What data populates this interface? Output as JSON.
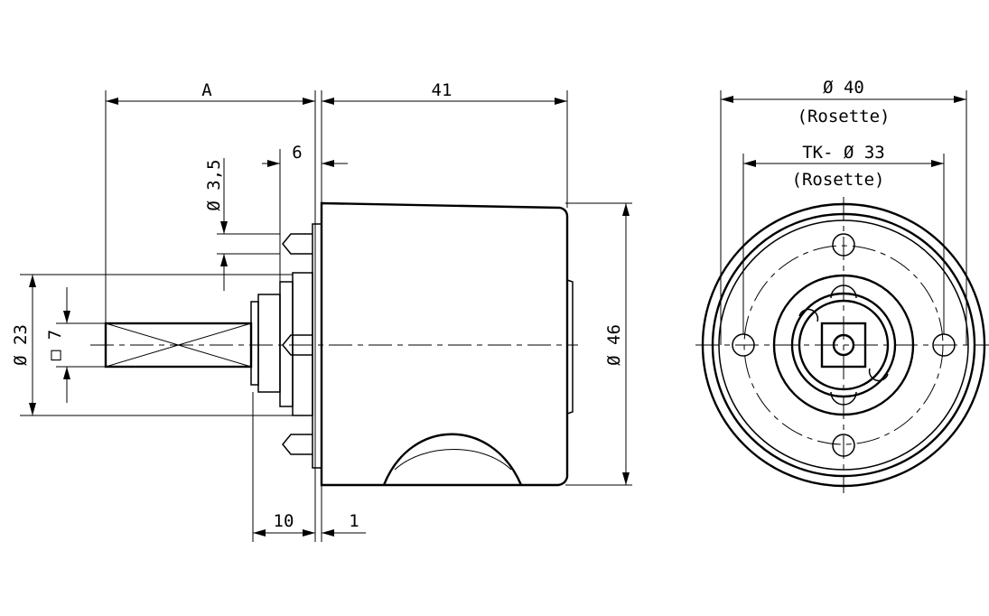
{
  "dimensions": {
    "shaft_length": "A",
    "body_length": "41",
    "pin_hole": "Ø 3,5",
    "pin_offset": "6",
    "flange_diameter": "Ø 23",
    "shaft_square": "□ 7",
    "body_diameter": "Ø 46",
    "flange_depth": "10",
    "gap": "1",
    "rosette_diameter": "Ø 40",
    "rosette_label": "(Rosette)",
    "bolt_circle": "TK- Ø 33",
    "bolt_circle_label": "(Rosette)"
  }
}
